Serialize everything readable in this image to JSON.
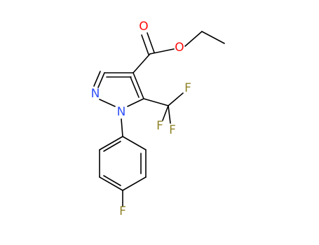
{
  "colors": {
    "bond": "#000000",
    "O": "#ff0d0d",
    "N": "#3050f8",
    "F": "#90842a"
  },
  "atoms": {
    "carbonyl_o": "O",
    "ester_o": "O",
    "n2": "N",
    "n1": "N",
    "cf3_f1": "F",
    "cf3_f2": "F",
    "cf3_f3": "F",
    "aryl_f": "F"
  }
}
